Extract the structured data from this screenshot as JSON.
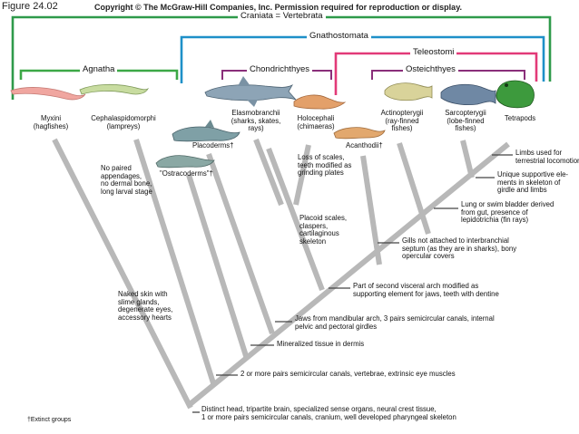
{
  "figure_label": "Figure 24.02",
  "copyright": "Copyright © The McGraw-Hill Companies, Inc. Permission required for reproduction or display.",
  "clades": {
    "craniata": "Craniata = Vertebrata",
    "gnathostomata": "Gnathostomata",
    "teleostomi": "Teleostomi",
    "agnatha": "Agnatha",
    "chondrichthyes": "Chondrichthyes",
    "osteichthyes": "Osteichthyes"
  },
  "colors": {
    "craniata": "#2e9a4a",
    "gnathostomata": "#1e90c8",
    "teleostomi": "#e23a78",
    "agnatha": "#3ca846",
    "chondrichthyes": "#8a2f7a",
    "osteichthyes": "#8a2f7a",
    "tree": "#b8b8b8",
    "pointer": "#444444"
  },
  "taxa": {
    "myxini": [
      "Myxini",
      "(hagfishes)"
    ],
    "cephalaspidomorphi": [
      "Cephalaspidomorphi",
      "(lampreys)"
    ],
    "ostracoderms": [
      "\"Ostracoderms\"†"
    ],
    "placoderms": [
      "Placoderms†"
    ],
    "elasmobranchii": [
      "Elasmobranchii",
      "(sharks, skates,",
      "rays)"
    ],
    "holocephali": [
      "Holocephali",
      "(chimaeras)"
    ],
    "acanthodii": [
      "Acanthodii†"
    ],
    "actinopterygii": [
      "Actinopterygii",
      "(ray-finned",
      "fishes)"
    ],
    "sarcopterygii": [
      "Sarcopterygii",
      "(lobe-finned",
      "fishes)"
    ],
    "tetrapods": [
      "Tetrapods"
    ]
  },
  "notes": {
    "no_paired": [
      "No paired",
      "appendages,",
      "no dermal bone,",
      "long larval stage"
    ],
    "loss_scales": [
      "Loss of scales,",
      "teeth modified as",
      "grinding plates"
    ],
    "placoid": [
      "Placoid scales,",
      "claspers,",
      "cartilaginous",
      "skeleton"
    ],
    "naked_skin": [
      "Naked skin with",
      "slime glands,",
      "degenerate eyes,",
      "accessory hearts"
    ]
  },
  "characters": {
    "limbs": [
      "Limbs used for",
      "terrestrial locomotion"
    ],
    "supportive": [
      "Unique supportive ele-",
      "ments in skeleton of",
      "girdle and limbs"
    ],
    "lung": [
      "Lung or swim bladder derived",
      "from gut, presence of",
      "lepidotrichia (fin rays)"
    ],
    "gills": [
      "Gills not attached to interbranchial",
      "septum (as they are in sharks), bony",
      "opercular covers"
    ],
    "visceral_arch": [
      "Part of second visceral arch modified as",
      "supporting element for jaws, teeth with dentine"
    ],
    "jaws": [
      "Jaws from mandibular arch, 3 pairs semicircular canals, internal",
      "pelvic and pectoral girdles"
    ],
    "mineralized": [
      "Mineralized tissue in dermis"
    ],
    "two_pairs": [
      "2 or more pairs semicircular canals, vertebrae, extrinsic eye muscles"
    ],
    "distinct_head": [
      "Distinct head, tripartite brain, specialized sense organs, neural crest tissue,",
      "1 or more pairs semicircular canals, cranium, well developed pharyngeal skeleton"
    ]
  },
  "footnote": "†Extinct groups"
}
